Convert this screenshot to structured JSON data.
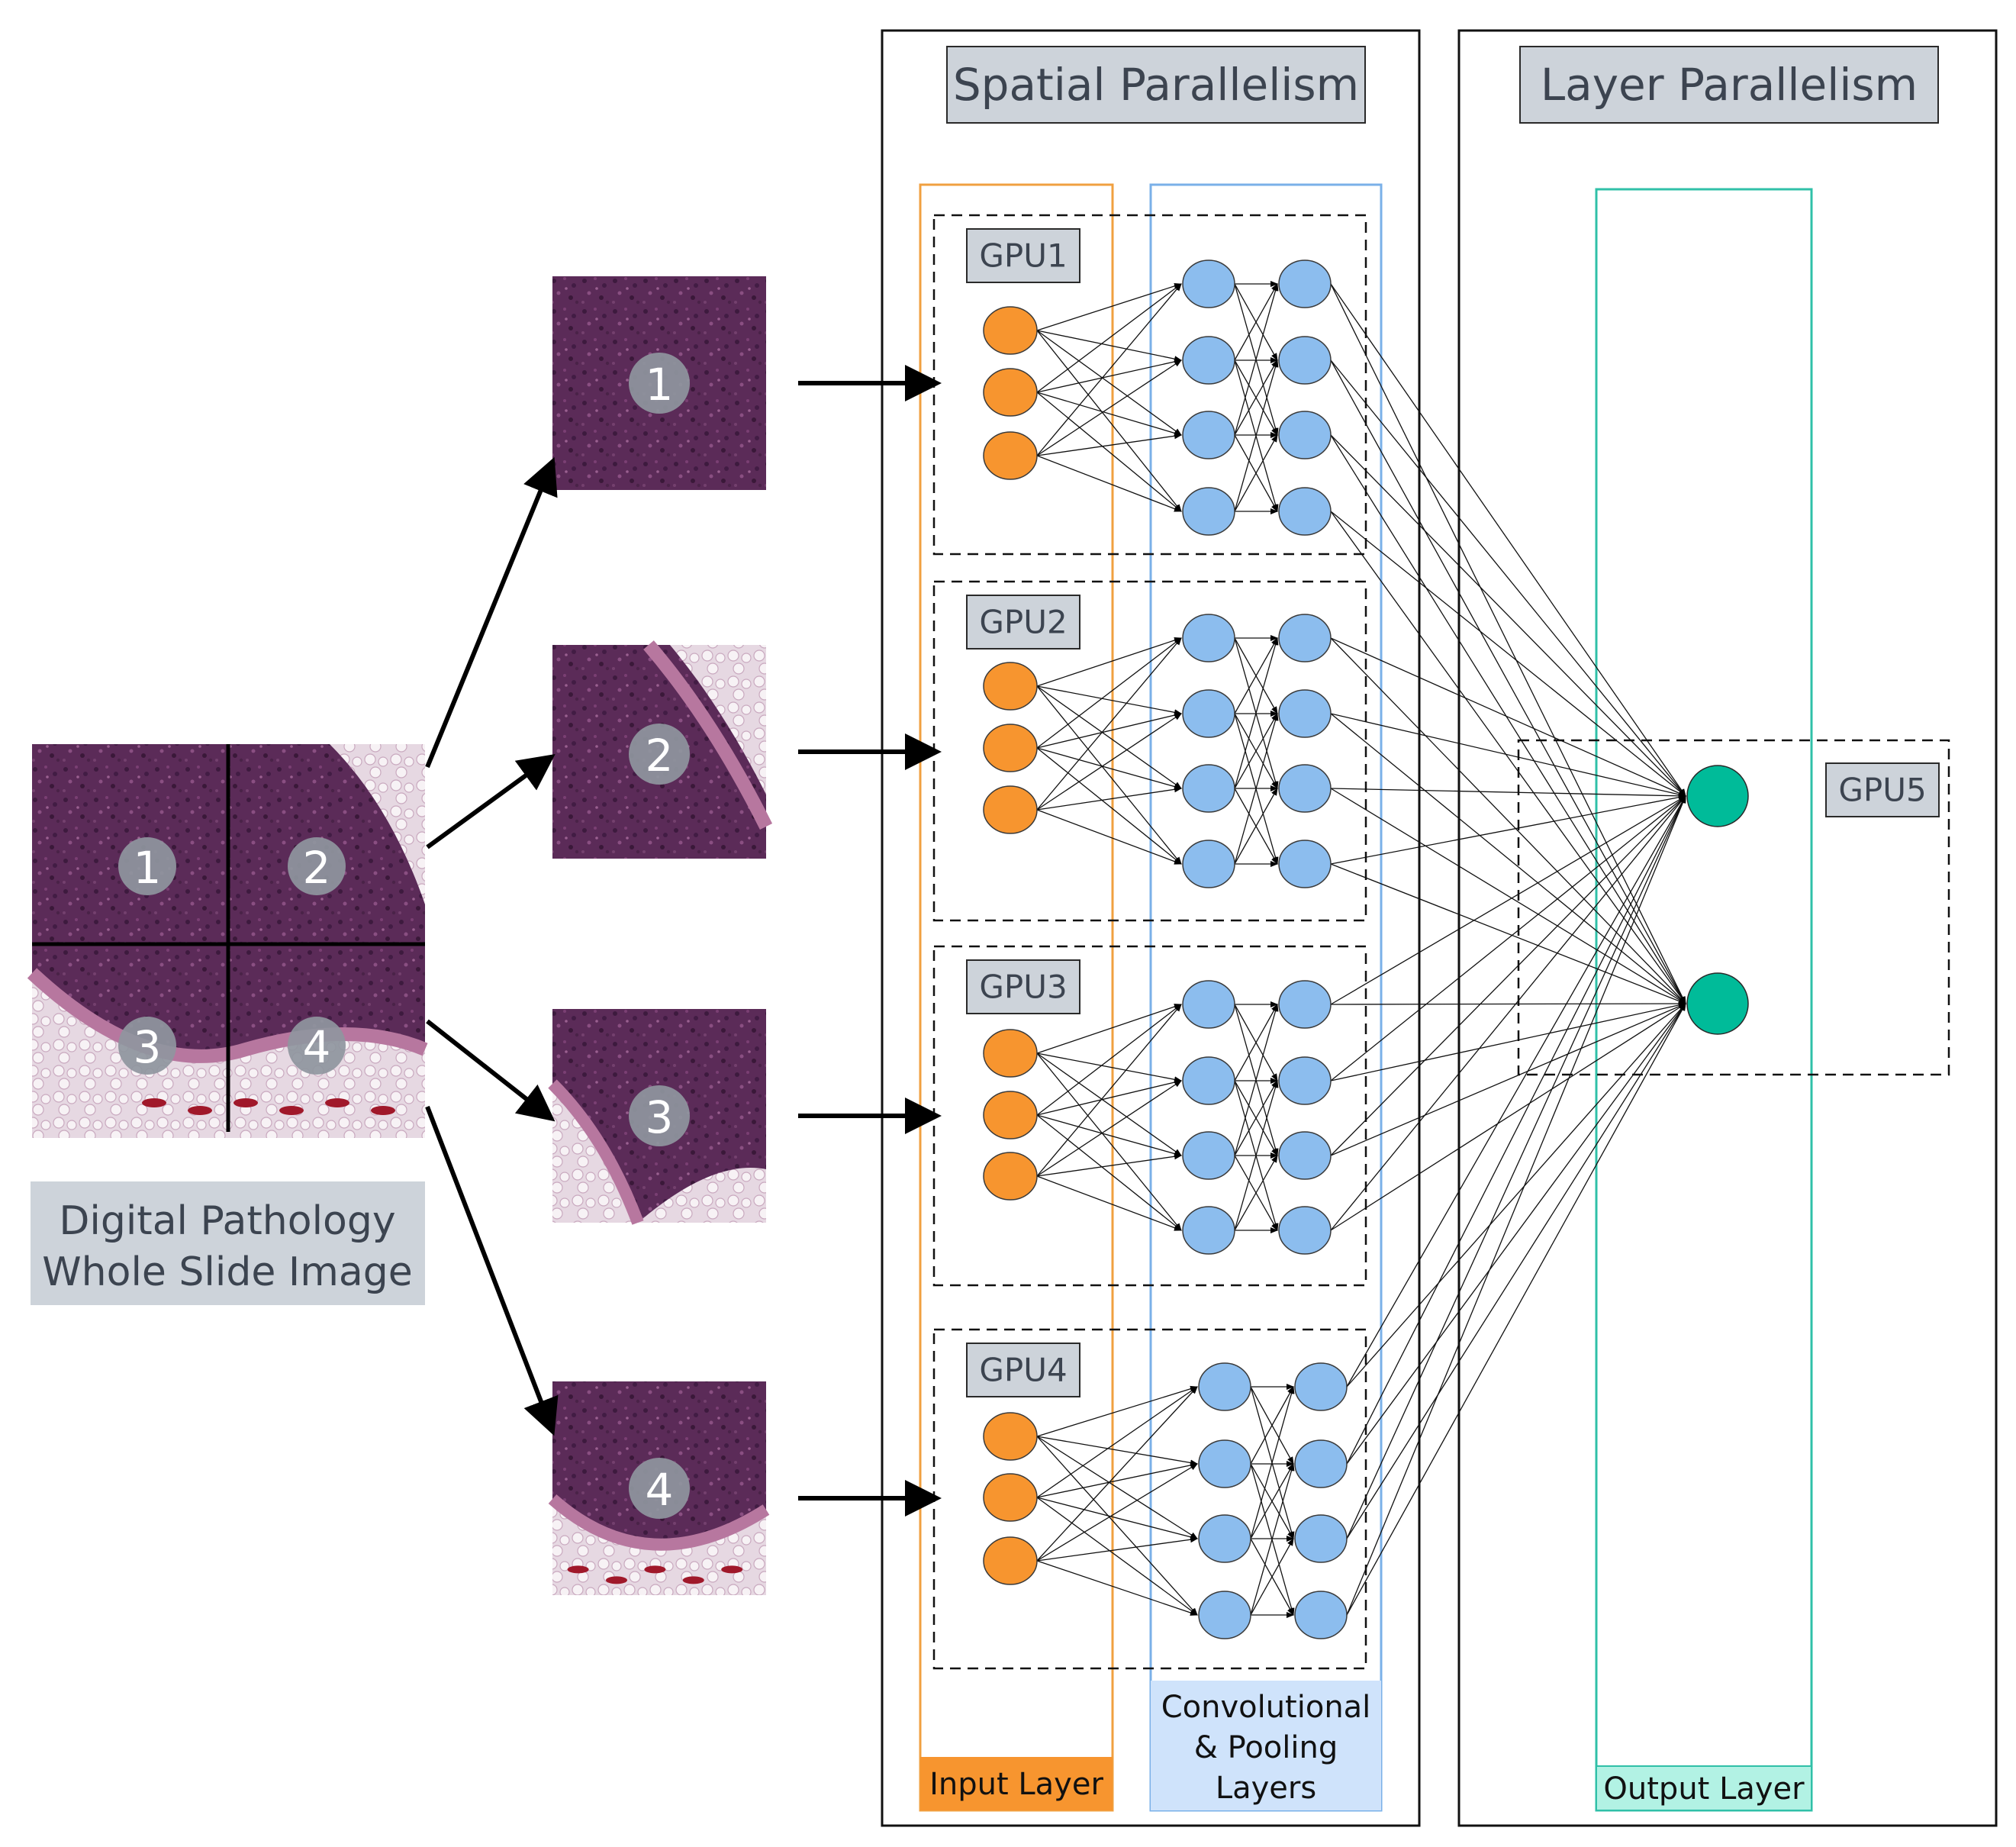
{
  "titles": {
    "spatial": "Spatial Parallelism",
    "layer": "Layer Parallelism"
  },
  "wsi_label": {
    "line1": "Digital Pathology",
    "line2": "Whole Slide Image"
  },
  "quadrant_numbers": [
    "1",
    "2",
    "3",
    "4"
  ],
  "tile_numbers": [
    "1",
    "2",
    "3",
    "4"
  ],
  "gpu_labels": [
    "GPU1",
    "GPU2",
    "GPU3",
    "GPU4",
    "GPU5"
  ],
  "column_labels": {
    "input": "Input Layer",
    "conv_line1": "Convolutional",
    "conv_line2": "& Pooling",
    "conv_line3": "Layers",
    "output": "Output Layer"
  },
  "colors": {
    "input_node": "#f7952f",
    "hidden_node": "#8cbdee",
    "output_node": "#00bb99",
    "input_box": "#f0a040",
    "conv_box": "#7ab0e8",
    "output_box": "#30c0a8",
    "input_tab": "#f7952f",
    "conv_tab": "#cfe3fb",
    "output_tab": "#b2f2e4",
    "label_bg": "#cdd3da",
    "badge": "#8f969e",
    "tissue_dark": "#5a2a55",
    "tissue_mid": "#8a4a7a",
    "fat": "#ece4ea",
    "blood": "#a0182a"
  }
}
